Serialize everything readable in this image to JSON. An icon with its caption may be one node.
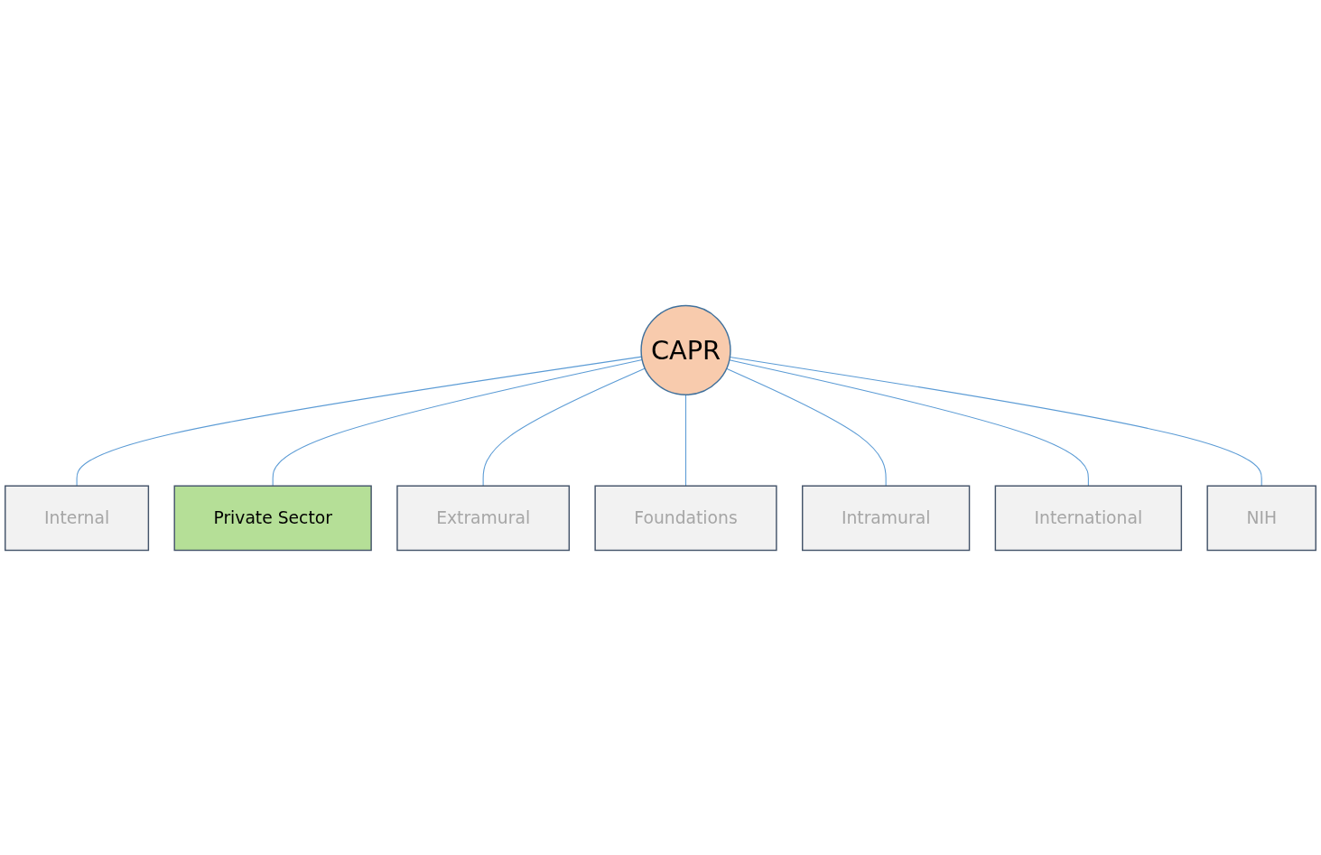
{
  "diagram": {
    "nodes": [
      {
        "text": [
          "Internal"
        ]
      },
      {
        "text": [
          "Private Sector"
        ]
      },
      {
        "text": [
          "Extramural"
        ]
      },
      {
        "text": [
          "CAPR"
        ]
      },
      {
        "text": [
          "Foundations"
        ]
      },
      {
        "text": [
          "Intramural"
        ]
      },
      {
        "text": [
          "International"
        ]
      },
      {
        "text": [
          "NIH"
        ]
      }
    ],
    "edges": [
      {
        "from": 3,
        "to": 0,
        "arrow": "none"
      },
      {
        "from": 3,
        "to": 1,
        "arrow": "none"
      },
      {
        "from": 3,
        "to": 2,
        "arrow": "none"
      },
      {
        "from": 3,
        "to": 4,
        "arrow": "none"
      },
      {
        "from": 3,
        "to": 5,
        "arrow": "none"
      },
      {
        "from": 3,
        "to": 6,
        "arrow": "none"
      },
      {
        "from": 3,
        "to": 7,
        "arrow": "none"
      }
    ]
  }
}
